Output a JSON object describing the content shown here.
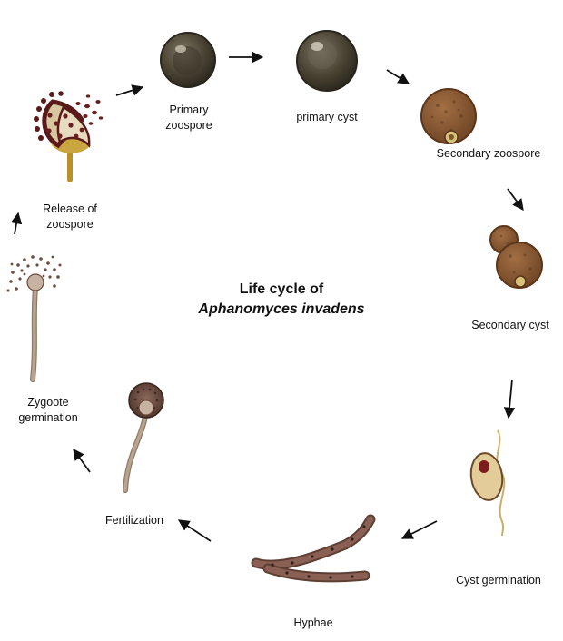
{
  "title": {
    "line1": "Life cycle of",
    "line2": "Aphanomyces invadens"
  },
  "stages": {
    "primary_zoospore": {
      "line1": "Primary",
      "line2": "zoospore"
    },
    "primary_cyst": {
      "label": "primary  cyst"
    },
    "secondary_zoospore": {
      "label": "Secondary  zoospore"
    },
    "secondary_cyst": {
      "label": "Secondary cyst"
    },
    "cyst_germination": {
      "label": "Cyst germination"
    },
    "hyphae": {
      "label": "Hyphae"
    },
    "fertilization": {
      "label": "Fertilization"
    },
    "zygote_germination": {
      "line1": "Zygoote",
      "line2": "germination"
    },
    "release_of_zoospore": {
      "line1": "Release  of",
      "line2": "zoospore"
    }
  },
  "colors": {
    "arrow": "#111111",
    "dark_spore": "#4a4233",
    "cyst_brown": "#8a5a35",
    "hyphae_brown": "#7a5549",
    "stalk_beige": "#b8a48f",
    "sporangium_maroon": "#6a1e1e",
    "golden_stalk": "#b8902c"
  }
}
